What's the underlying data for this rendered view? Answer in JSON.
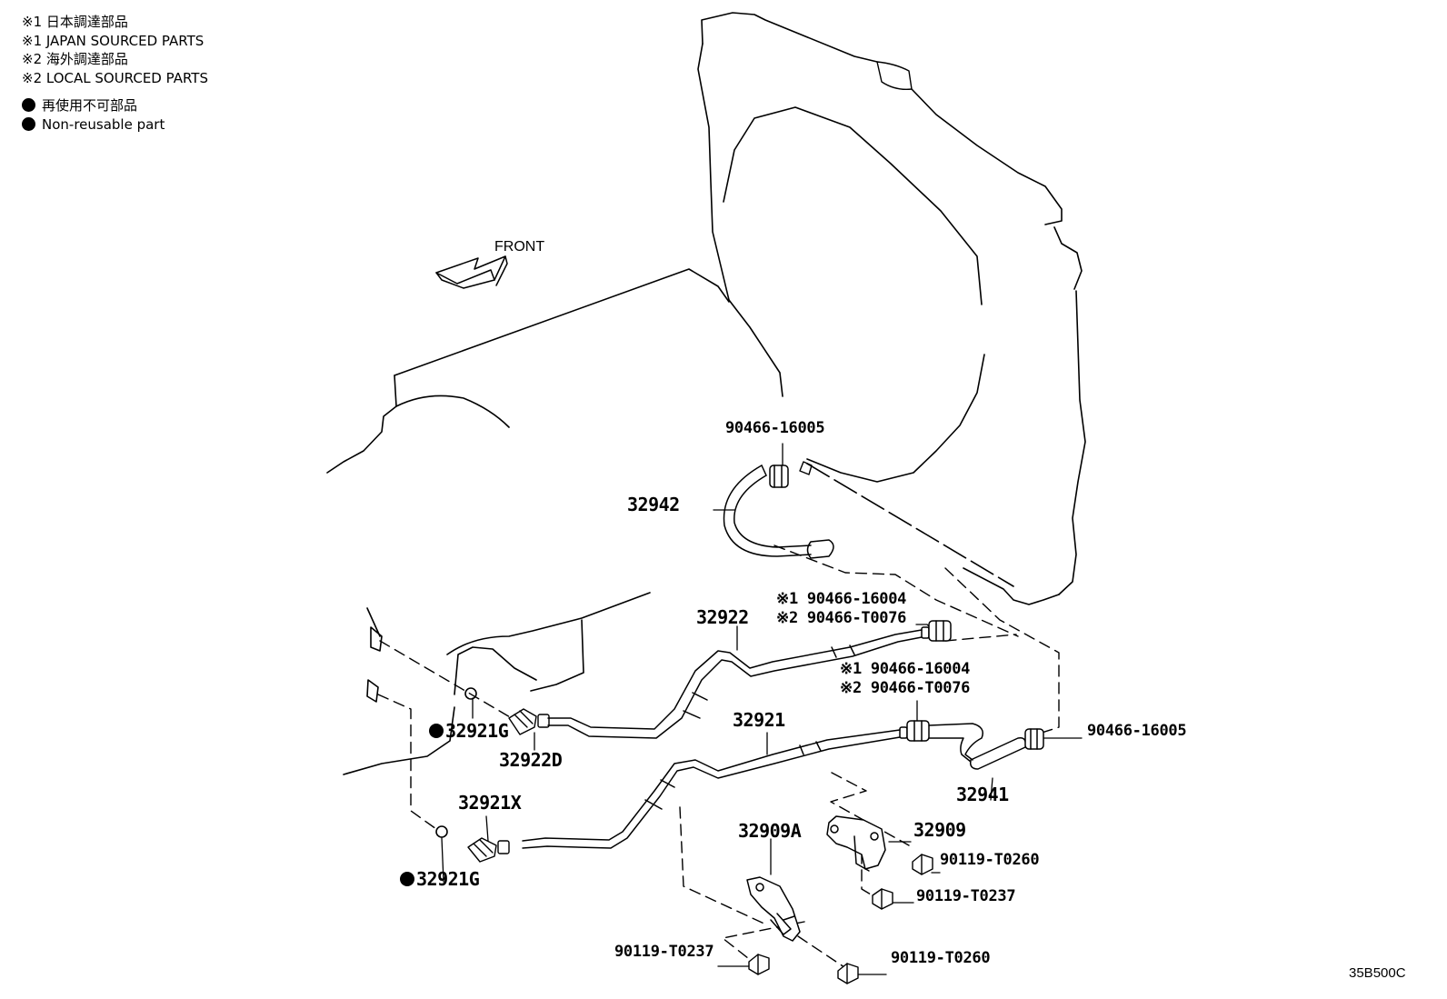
{
  "legend": {
    "line1": "※1 日本調達部品",
    "line2": "※1 JAPAN SOURCED PARTS",
    "line3": "※2 海外調達部品",
    "line4": "※2 LOCAL SOURCED PARTS",
    "nonreusable_jp": "再使用不可部品",
    "nonreusable_en": "Non-reusable part"
  },
  "direction_label": "FRONT",
  "parts": {
    "clamp_top": "90466-16005",
    "hose_upper": "32942",
    "clamp_mid1_j": "※1 90466-16004",
    "clamp_mid1_l": "※2 90466-T0076",
    "pipe_upper": "32922",
    "clamp_mid2_j": "※1 90466-16004",
    "clamp_mid2_l": "※2 90466-T0076",
    "pipe_lower": "32921",
    "clamp_right": "90466-16005",
    "hose_lower": "32941",
    "gasket_upper": "32921G",
    "union_upper": "32922D",
    "union_lower": "32921X",
    "gasket_lower": "32921G",
    "bracket_a": "32909A",
    "bracket_b": "32909",
    "bolt_b1": "90119-T0260",
    "bolt_b2": "90119-T0237",
    "bolt_a1": "90119-T0237",
    "bolt_a2": "90119-T0260"
  },
  "drawing_code": "35B500C"
}
